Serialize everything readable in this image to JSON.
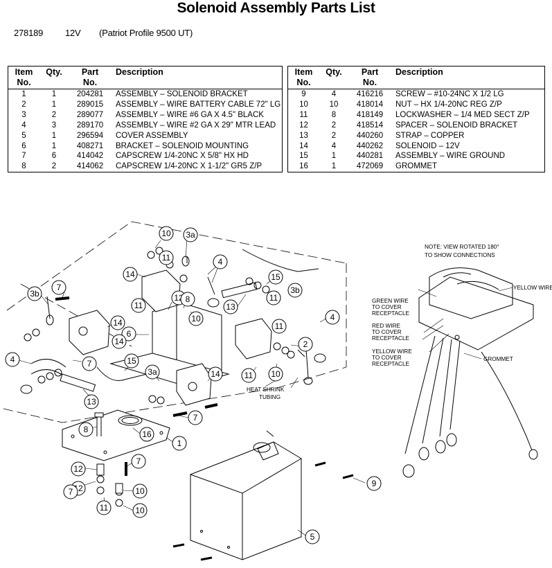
{
  "title": "Solenoid Assembly Parts List",
  "subtitle": {
    "part_number": "278189",
    "voltage": "12V",
    "model": "(Patriot Profile 9500 UT)"
  },
  "columns": {
    "item": [
      "Item",
      "No."
    ],
    "qty": "Qty.",
    "part": [
      "Part",
      "No."
    ],
    "description": "Description"
  },
  "parts_left": [
    {
      "item": "1",
      "qty": "1",
      "part": "204281",
      "desc": "ASSEMBLY – SOLENOID BRACKET"
    },
    {
      "item": "2",
      "qty": "1",
      "part": "289015",
      "desc": "ASSEMBLY – WIRE BATTERY CABLE 72\" LG"
    },
    {
      "item": "3",
      "qty": "2",
      "part": "289077",
      "desc": "ASSEMBLY – WIRE #6 GA X 4.5\" BLACK"
    },
    {
      "item": "4",
      "qty": "3",
      "part": "289170",
      "desc": "ASSEMBLY – WIRE #2 GA X 29\" MTR LEAD"
    },
    {
      "item": "5",
      "qty": "1",
      "part": "296594",
      "desc": "COVER ASSEMBLY"
    },
    {
      "item": "6",
      "qty": "1",
      "part": "408271",
      "desc": "BRACKET – SOLENOID MOUNTING"
    },
    {
      "item": "7",
      "qty": "6",
      "part": "414042",
      "desc": "CAPSCREW 1/4-20NC X 5/8\" HX HD"
    },
    {
      "item": "8",
      "qty": "2",
      "part": "414062",
      "desc": "CAPSCREW 1/4-20NC X 1-1/2\" GR5 Z/P"
    }
  ],
  "parts_right": [
    {
      "item": "9",
      "qty": "4",
      "part": "416216",
      "desc": "SCREW – #10-24NC X 1/2 LG"
    },
    {
      "item": "10",
      "qty": "10",
      "part": "418014",
      "desc": "NUT – HX 1/4-20NC REG Z/P"
    },
    {
      "item": "11",
      "qty": "8",
      "part": "418149",
      "desc": "LOCKWASHER – 1/4 MED SECT Z/P"
    },
    {
      "item": "12",
      "qty": "2",
      "part": "418514",
      "desc": "SPACER – SOLENOID BRACKET"
    },
    {
      "item": "13",
      "qty": "2",
      "part": "440260",
      "desc": "STRAP – COPPER"
    },
    {
      "item": "14",
      "qty": "4",
      "part": "440262",
      "desc": "SOLENOID – 12V"
    },
    {
      "item": "15",
      "qty": "1",
      "part": "440281",
      "desc": "ASSEMBLY – WIRE GROUND"
    },
    {
      "item": "16",
      "qty": "1",
      "part": "472069",
      "desc": "GROMMET"
    }
  ],
  "diagram": {
    "note": [
      "NOTE: VIEW ROTATED 180°",
      "TO SHOW CONNECTIONS"
    ],
    "yellow_wire": "YELLOW WIRE",
    "green_wire": [
      "GREEN WIRE",
      "TO COVER",
      "RECEPTACLE"
    ],
    "red_wire": [
      "RED WIRE",
      "TO COVER",
      "RECEPTACLE"
    ],
    "yellow_wire_cover": [
      "YELLOW WIRE",
      "TO COVER",
      "RECEPTACLE"
    ],
    "grommet": "GROMMET",
    "heat_shrink": [
      "HEAT SHRINK",
      "TUBING"
    ],
    "callouts": [
      "10",
      "3a",
      "11",
      "4",
      "14",
      "3b",
      "7",
      "12",
      "8",
      "15",
      "13",
      "11",
      "10",
      "14",
      "6",
      "2",
      "4",
      "15",
      "7",
      "13",
      "3a",
      "14",
      "11",
      "10",
      "7",
      "8",
      "16",
      "1",
      "12",
      "7",
      "10",
      "11",
      "12",
      "10",
      "9",
      "5",
      "4",
      "3b",
      "11",
      "11",
      "14",
      "7"
    ]
  }
}
